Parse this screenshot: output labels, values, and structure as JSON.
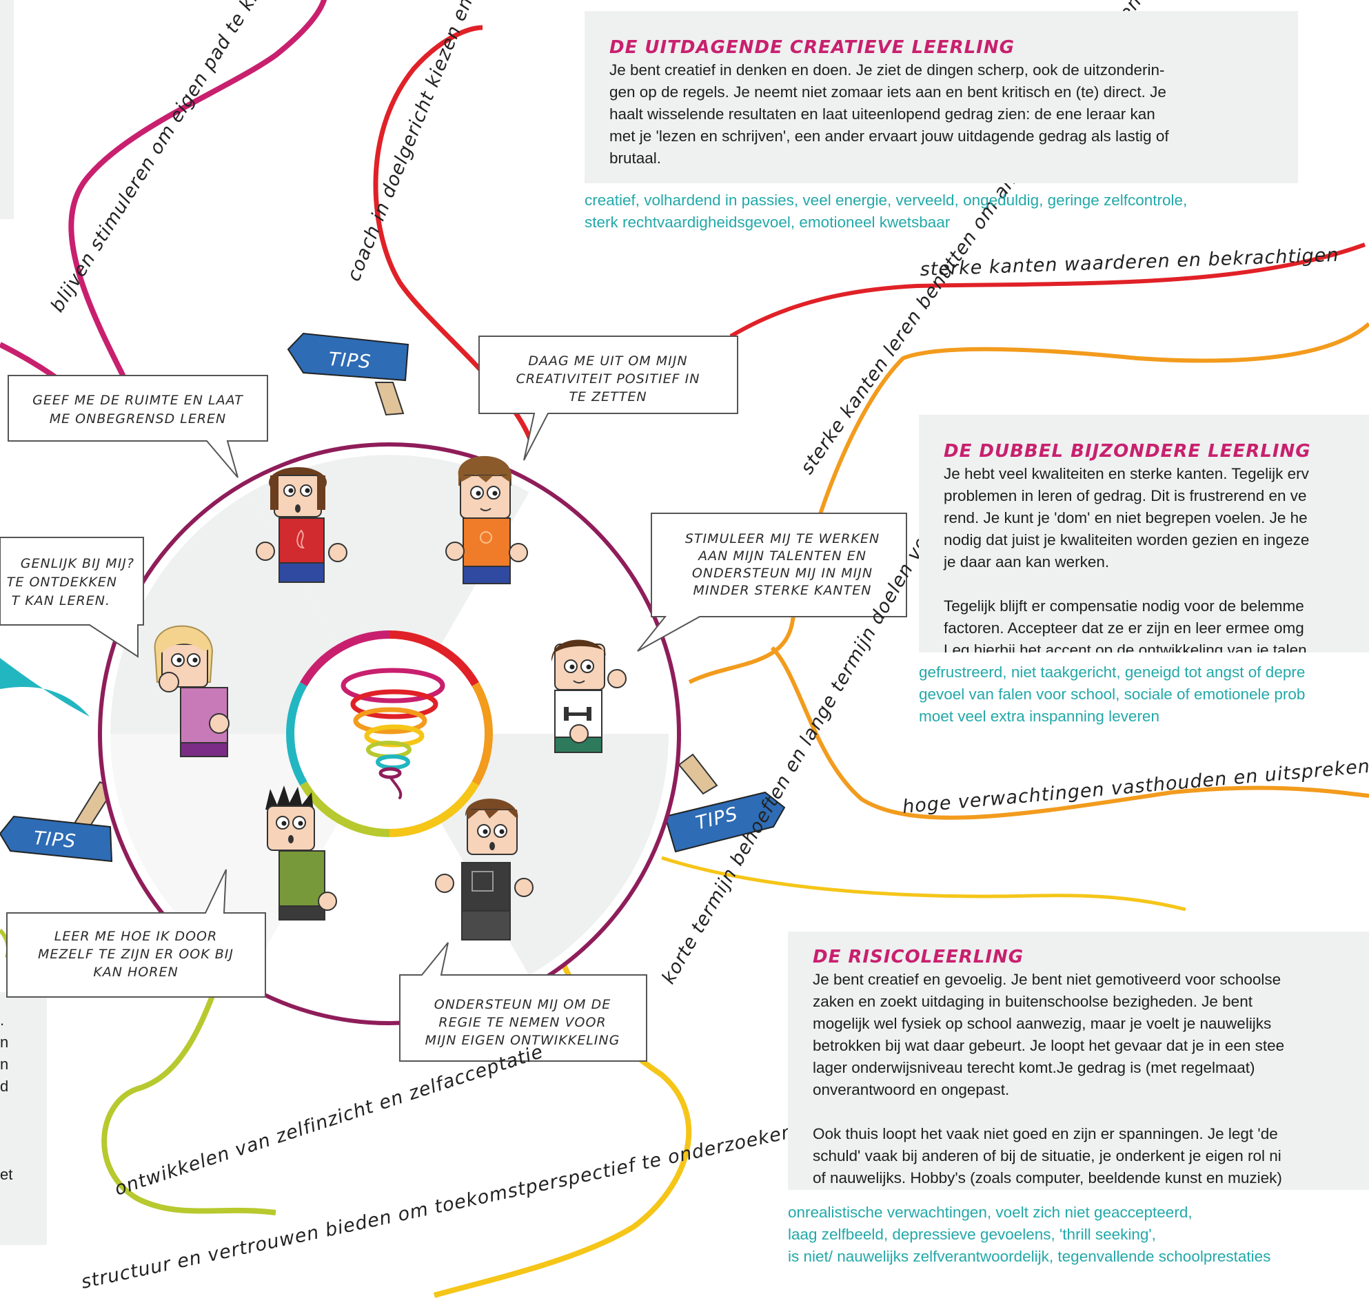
{
  "boxes": {
    "creative": {
      "title": "DE UITDAGENDE CREATIEVE LEERLING",
      "text": "Je bent creatief in denken en doen. Je ziet de dingen scherp, ook de uitzonderin-\ngen op de regels. Je neemt niet zomaar iets aan en bent kritisch en (te) direct. Je\nhaalt wisselende resultaten en laat uiteenlopend gedrag zien: de ene leraar kan\nmet je 'lezen en schrijven', een ander ervaart jouw uitdagende gedrag als lastig of\nbrutaal.",
      "traits": "creatief, volhardend in passies, veel energie, verveeld, ongeduldig, geringe zelfcontrole,\nsterk rechtvaardigheidsgevoel, emotioneel kwetsbaar"
    },
    "double": {
      "title": "DE DUBBEL BIJZONDERE LEERLING",
      "text": "Je hebt veel kwaliteiten en sterke kanten. Tegelijk erv\nproblemen in leren of gedrag. Dit is frustrerend en ve\nrend. Je kunt je 'dom' en niet begrepen voelen. Je he\nnodig dat juist je kwaliteiten worden gezien en ingeze\nje daar aan kan werken.\n\nTegelijk blijft er compensatie nodig voor de belemme\nfactoren. Accepteer dat ze er zijn en leer ermee omg\nLeg hierbij het accent op de ontwikkeling van je talen",
      "traits": "gefrustreerd, niet taakgericht, geneigd tot angst of depre\ngevoel van falen voor school, sociale of emotionele prob\nmoet veel extra inspanning leveren"
    },
    "risk": {
      "title": "DE RISICOLEERLING",
      "text": "Je bent creatief en gevoelig. Je bent niet gemotiveerd voor schoolse\nzaken en zoekt uitdaging in buitenschoolse bezigheden. Je bent\nmogelijk wel fysiek op school aanwezig, maar je voelt je nauwelijks\nbetrokken bij wat daar gebeurt. Je loopt het gevaar dat je in een stee\nlager onderwijsniveau terecht komt.Je gedrag is (met regelmaat)\nonverantwoord en ongepast.\n\nOok thuis loopt het vaak niet goed en zijn er spanningen. Je legt 'de\nschuld' vaak bij anderen of bij de situatie, je onderkent je eigen rol ni\nof nauwelijks. Hobby's (zoals computer, beeldende kunst en muziek)\nzorgen voor positieve energie en maken jouw talenten zichtbaar.",
      "traits": "onrealistische verwachtingen, voelt zich niet geaccepteerd,\nlaag zelfbeeld, depressieve gevoelens, 'thrill seeking',\nis niet/ nauwelijks zelfverantwoordelijk, tegenvallende schoolprestaties"
    },
    "left_fragments": [
      ".",
      "n",
      "n",
      "d",
      "et"
    ]
  },
  "bubbles": {
    "top_left": [
      "GEEF ME DE RUIMTE EN LAAT",
      "ME ONBEGRENSD LEREN"
    ],
    "top_right": [
      "DAAG ME UIT OM MIJN",
      "CREATIVITEIT POSITIEF IN",
      "TE ZETTEN"
    ],
    "right": [
      "STIMULEER MIJ TE WERKEN",
      "AAN MIJN TALENTEN EN",
      "ONDERSTEUN MIJ IN MIJN",
      "MINDER STERKE KANTEN"
    ],
    "left": [
      "GENLIJK BIJ MIJ?",
      "TE ONTDEKKEN",
      "T KAN LEREN."
    ],
    "bottom_left": [
      "LEER ME HOE IK DOOR",
      "MEZELF TE ZIJN ER OOK BIJ",
      "KAN HOREN"
    ],
    "bottom_right": [
      "ONDERSTEUN MIJ OM DE",
      "REGIE TE NEMEN VOOR",
      "MIJN EIGEN ONTWIKKELING"
    ]
  },
  "branches": {
    "b1": "blijven stimuleren om eigen pad te kiezen",
    "b2": "coach in doelgericht kiezen en handelen",
    "b3": "sterke kanten waarderen en bekrachtigen",
    "b4": "sterke kanten leren benutten om anders en beter te leren",
    "b5": "hoge verwachtingen vasthouden en uitspreken",
    "b6": "korte termijn behoeften en lange termijn doelen verbinden",
    "b7": "ontwikkelen van zelfinzicht en zelfacceptatie",
    "b8": "structuur en vertrouwen bieden om toekomstperspectief te onderzoeken"
  },
  "tips": {
    "label": "TIPS"
  },
  "colors": {
    "magenta": "#c8206e",
    "red": "#e02127",
    "orange": "#f29b1d",
    "yellow": "#f5c518",
    "lime": "#b7c92e",
    "teal": "#22b6c1",
    "wheel_border": "#8f1d5a",
    "tips_blue": "#2e6cb5",
    "panel_grey": "#eff0f0"
  },
  "icons": [
    "tornado-icon",
    "dumbbell-icon",
    "flame-icon",
    "bulb-icon"
  ]
}
